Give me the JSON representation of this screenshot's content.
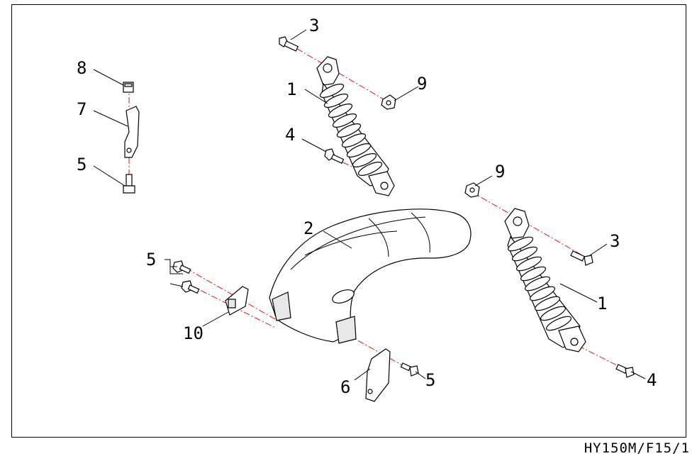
{
  "drawing_code": "HY150M/F15/1",
  "callouts": {
    "c1a": "1",
    "c1b": "1",
    "c2": "2",
    "c3a": "3",
    "c3b": "3",
    "c4a": "4",
    "c4b": "4",
    "c5a": "5",
    "c5b": "5",
    "c5c": "5",
    "c6": "6",
    "c7": "7",
    "c8": "8",
    "c9a": "9",
    "c9b": "9",
    "c10": "10"
  },
  "colors": {
    "line": "#000000",
    "axis": "#e01818",
    "background": "#ffffff"
  }
}
